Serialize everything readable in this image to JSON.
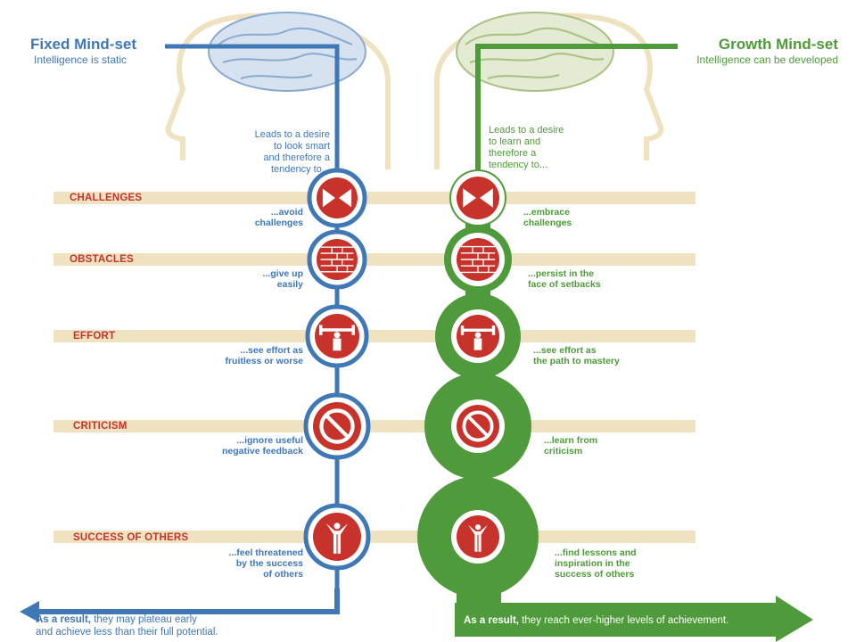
{
  "fixed": {
    "title": "Fixed Mind-set",
    "subtitle": "Intelligence is static",
    "lead": [
      "Leads to a desire",
      "to look smart",
      "and therefore a",
      "tendency to..."
    ],
    "result_bold": "As a result,",
    "result_text1": "they may plateau early",
    "result_text2": "and achieve less than their full potential.",
    "color": "#3f78b5"
  },
  "growth": {
    "title": "Growth Mind-set",
    "subtitle": "Intelligence can be developed",
    "lead": [
      "Leads to a desire",
      "to learn and",
      "therefore a",
      "tendency to..."
    ],
    "result_bold": "As a result,",
    "result_text": "they reach ever-higher levels of achievement.",
    "color": "#4f9a3a"
  },
  "accent": "#c7332b",
  "band_color": "#efe2c0",
  "rows": [
    {
      "label": "CHALLENGES",
      "icon": "arrows-inward-icon",
      "fixed": [
        "...avoid",
        "challenges"
      ],
      "growth": [
        "...embrace",
        "challenges"
      ]
    },
    {
      "label": "OBSTACLES",
      "icon": "brick-wall-icon",
      "fixed": [
        "...give up",
        "easily"
      ],
      "growth": [
        "...persist in the",
        "face of setbacks"
      ]
    },
    {
      "label": "EFFORT",
      "icon": "weightlifter-icon",
      "fixed": [
        "...see effort as",
        "fruitless or worse"
      ],
      "growth": [
        "...see effort as",
        "the path to mastery"
      ]
    },
    {
      "label": "CRITICISM",
      "icon": "no-sign-icon",
      "fixed": [
        "...ignore useful",
        "negative feedback"
      ],
      "growth": [
        "...learn from",
        "criticism"
      ]
    },
    {
      "label": "SUCCESS OF OTHERS",
      "icon": "winner-podium-icon",
      "fixed": [
        "...feel threatened",
        "by the success",
        "of others"
      ],
      "growth": [
        "...find lessons and",
        "inspiration in the",
        "success of others"
      ]
    }
  ]
}
